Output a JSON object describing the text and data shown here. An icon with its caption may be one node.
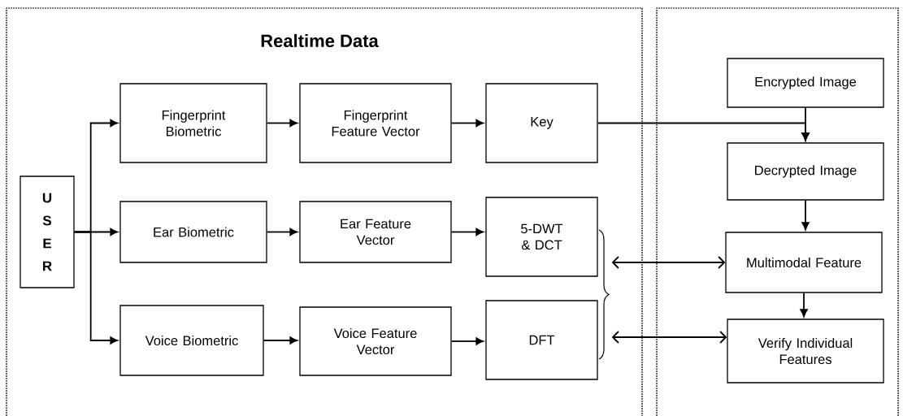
{
  "diagram": {
    "nodes": [
      {
        "text": [
          "Realtime Data"
        ]
      },
      {
        "text": [],
        "shape": "box"
      },
      {
        "text": [
          "U S E R"
        ],
        "in": 0
      },
      {
        "text": [
          "Fingerprint Biometric"
        ],
        "in": 0
      },
      {
        "text": [
          "Fingerprint Feature Vector"
        ],
        "in": 0
      },
      {
        "text": [
          "Key"
        ],
        "in": 0
      },
      {
        "text": [
          "Ear Biometric"
        ],
        "in": 0
      },
      {
        "text": [
          "Ear Feature Vector"
        ],
        "in": 0
      },
      {
        "text": [
          "5-DWT & DCT"
        ],
        "in": 0
      },
      {
        "text": [
          "Voice Biometric"
        ],
        "in": 0
      },
      {
        "text": [
          "Voice Feature Vector"
        ],
        "in": 0
      },
      {
        "text": [
          "DFT"
        ],
        "in": 0
      },
      {
        "text": [
          "Encrypted Image"
        ],
        "in": 1
      },
      {
        "text": [
          "Decrypted Image"
        ],
        "in": 1
      },
      {
        "text": [
          "Multimodal Feature"
        ],
        "in": 1
      },
      {
        "text": [
          "Verify Individual Features"
        ],
        "in": 1
      }
    ],
    "edges": [
      {
        "from": 2,
        "to": 3,
        "arrow": "to"
      },
      {
        "from": 2,
        "to": 6,
        "arrow": "to"
      },
      {
        "from": 2,
        "to": 9,
        "arrow": "to"
      },
      {
        "from": 3,
        "to": 4,
        "arrow": "to"
      },
      {
        "from": 4,
        "to": 5,
        "arrow": "to"
      },
      {
        "from": 6,
        "to": 7,
        "arrow": "to"
      },
      {
        "from": 7,
        "to": 8,
        "arrow": "to"
      },
      {
        "from": 9,
        "to": 10,
        "arrow": "to"
      },
      {
        "from": 10,
        "to": 11,
        "arrow": "to"
      },
      {
        "from": 5,
        "to": 13,
        "arrow": "to"
      },
      {
        "from": 12,
        "to": 13,
        "arrow": "to"
      },
      {
        "from": 13,
        "to": 14,
        "arrow": "to"
      },
      {
        "from": 14,
        "to": 15,
        "arrow": "to"
      },
      {
        "from": 8,
        "to": 14,
        "arrow": "both"
      },
      {
        "from": 11,
        "to": 15,
        "arrow": "both"
      }
    ]
  }
}
